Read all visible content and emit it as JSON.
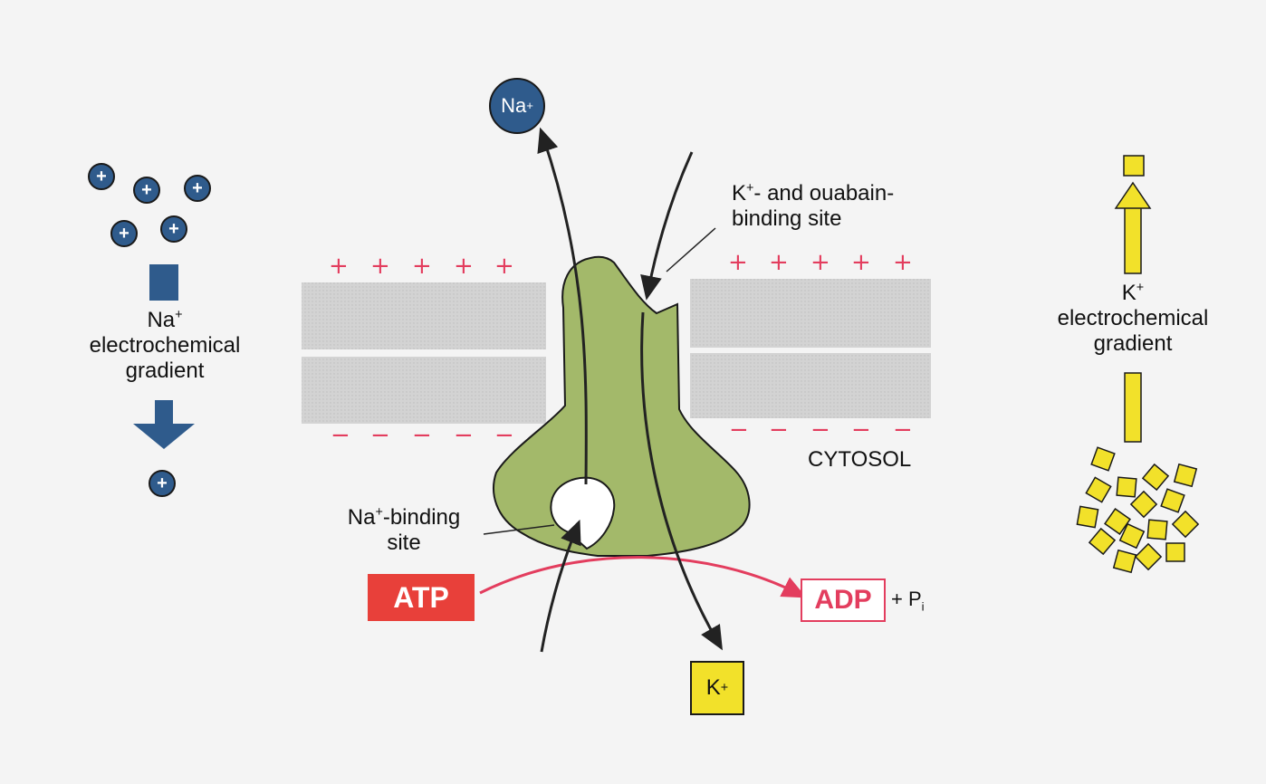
{
  "ions": {
    "na_label": "Na",
    "na_charge": "+",
    "k_label": "K",
    "k_charge": "+",
    "plus": "+"
  },
  "labels": {
    "na_gradient_ion": "Na",
    "na_gradient_charge": "+",
    "na_gradient_line1": "electrochemical",
    "na_gradient_line2": "gradient",
    "k_gradient_ion": "K",
    "k_gradient_charge": "+",
    "k_gradient_line1": "electrochemical",
    "k_gradient_line2": "gradient",
    "k_site_ion": "K",
    "k_site_charge": "+",
    "k_site_line1": "- and ouabain-",
    "k_site_line2": "binding site",
    "na_site_ion": "Na",
    "na_site_charge": "+",
    "na_site_line1": "-binding",
    "na_site_line2": "site",
    "cytosol": "CYTOSOL",
    "atp": "ATP",
    "adp": "ADP",
    "pi_plus": "+ P",
    "pi_sub": "i"
  },
  "membrane": {
    "outer_charge": "+",
    "inner_charge": "−"
  },
  "colors": {
    "sodium_blue": "#2f5b8c",
    "potassium_yellow": "#f2e12a",
    "pump_green": "#a3b96a",
    "membrane_gray": "#d6d6d6",
    "charge_pink": "#e33d5e",
    "atp_red": "#e8403a"
  }
}
